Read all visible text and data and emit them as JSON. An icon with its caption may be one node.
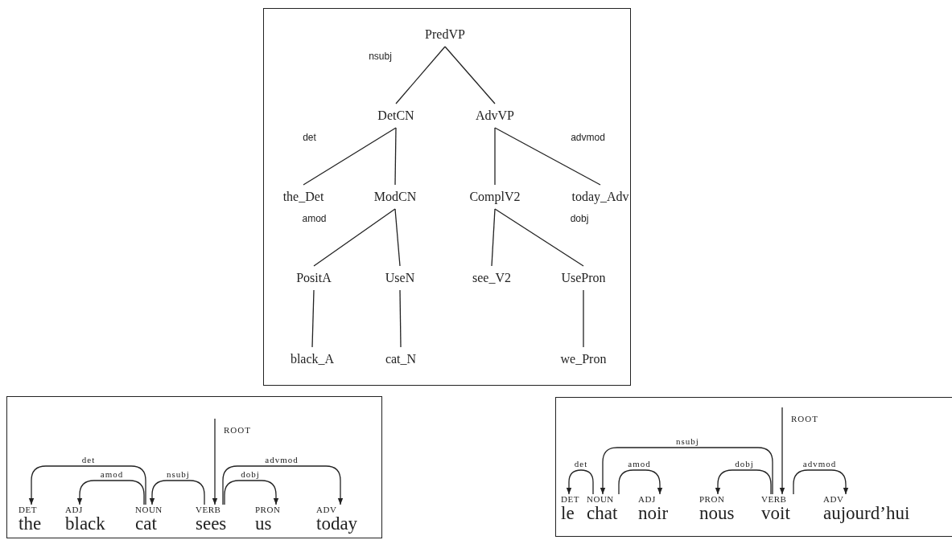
{
  "diagram": {
    "nodes": [
      {
        "text": [],
        "shape": "box"
      },
      {
        "text": [
          "PredVP"
        ],
        "in": 0
      },
      {
        "text": [
          "DetCN"
        ],
        "in": 0
      },
      {
        "text": [
          "AdvVP"
        ],
        "in": 0
      },
      {
        "text": [
          "the_Det"
        ],
        "in": 0
      },
      {
        "text": [
          "ModCN"
        ],
        "in": 0
      },
      {
        "text": [
          "ComplV2"
        ],
        "in": 0
      },
      {
        "text": [
          "today_Adv"
        ],
        "in": 0
      },
      {
        "text": [
          "PositA"
        ],
        "in": 0
      },
      {
        "text": [
          "UseN"
        ],
        "in": 0
      },
      {
        "text": [
          "see_V2"
        ],
        "in": 0
      },
      {
        "text": [
          "UsePron"
        ],
        "in": 0
      },
      {
        "text": [
          "black_A"
        ],
        "in": 0
      },
      {
        "text": [
          "cat_N"
        ],
        "in": 0
      },
      {
        "text": [
          "we_Pron"
        ],
        "in": 0
      },
      {
        "text": [],
        "shape": "box"
      },
      {
        "text": [
          "DET",
          "the"
        ],
        "in": 15
      },
      {
        "text": [
          "ADJ",
          "black"
        ],
        "in": 15
      },
      {
        "text": [
          "NOUN",
          "cat"
        ],
        "in": 15
      },
      {
        "text": [
          "VERB",
          "sees"
        ],
        "in": 15
      },
      {
        "text": [
          "PRON",
          "us"
        ],
        "in": 15
      },
      {
        "text": [
          "ADV",
          "today"
        ],
        "in": 15
      },
      {
        "text": [],
        "shape": "box"
      },
      {
        "text": [
          "DET",
          "le"
        ],
        "in": 22
      },
      {
        "text": [
          "NOUN",
          "chat"
        ],
        "in": 22
      },
      {
        "text": [
          "ADJ",
          "noir"
        ],
        "in": 22
      },
      {
        "text": [
          "PRON",
          "nous"
        ],
        "in": 22
      },
      {
        "text": [
          "VERB",
          "voit"
        ],
        "in": 22
      },
      {
        "text": [
          "ADV",
          "aujourd’hui"
        ],
        "in": 22
      }
    ],
    "edges": [
      {
        "from": 1,
        "to": 2,
        "arrow": "none",
        "label": "nsubj"
      },
      {
        "from": 1,
        "to": 3,
        "arrow": "none"
      },
      {
        "from": 2,
        "to": 4,
        "arrow": "none",
        "label": "det"
      },
      {
        "from": 2,
        "to": 5,
        "arrow": "none"
      },
      {
        "from": 3,
        "to": 6,
        "arrow": "none"
      },
      {
        "from": 3,
        "to": 7,
        "arrow": "none",
        "label": "advmod"
      },
      {
        "from": 5,
        "to": 8,
        "arrow": "none",
        "label": "amod"
      },
      {
        "from": 5,
        "to": 9,
        "arrow": "none"
      },
      {
        "from": 6,
        "to": 10,
        "arrow": "none"
      },
      {
        "from": 6,
        "to": 11,
        "arrow": "none",
        "label": "dobj"
      },
      {
        "from": 8,
        "to": 12,
        "arrow": "none"
      },
      {
        "from": 9,
        "to": 13,
        "arrow": "none"
      },
      {
        "from": 11,
        "to": 14,
        "arrow": "none"
      },
      {
        "from": 18,
        "to": 16,
        "arrow": "to",
        "label": "det"
      },
      {
        "from": 18,
        "to": 17,
        "arrow": "to",
        "label": "amod"
      },
      {
        "from": 19,
        "to": 18,
        "arrow": "to",
        "label": "nsubj"
      },
      {
        "from": null,
        "to": 19,
        "arrow": "to",
        "label": "ROOT"
      },
      {
        "from": 19,
        "to": 20,
        "arrow": "to",
        "label": "dobj"
      },
      {
        "from": 19,
        "to": 21,
        "arrow": "to",
        "label": "advmod"
      },
      {
        "from": 24,
        "to": 23,
        "arrow": "to",
        "label": "det"
      },
      {
        "from": 24,
        "to": 25,
        "arrow": "to",
        "label": "amod"
      },
      {
        "from": 27,
        "to": 24,
        "arrow": "to",
        "label": "nsubj"
      },
      {
        "from": 27,
        "to": 26,
        "arrow": "to",
        "label": "dobj"
      },
      {
        "from": null,
        "to": 27,
        "arrow": "to",
        "label": "ROOT"
      },
      {
        "from": 27,
        "to": 28,
        "arrow": "to",
        "label": "advmod"
      }
    ]
  }
}
